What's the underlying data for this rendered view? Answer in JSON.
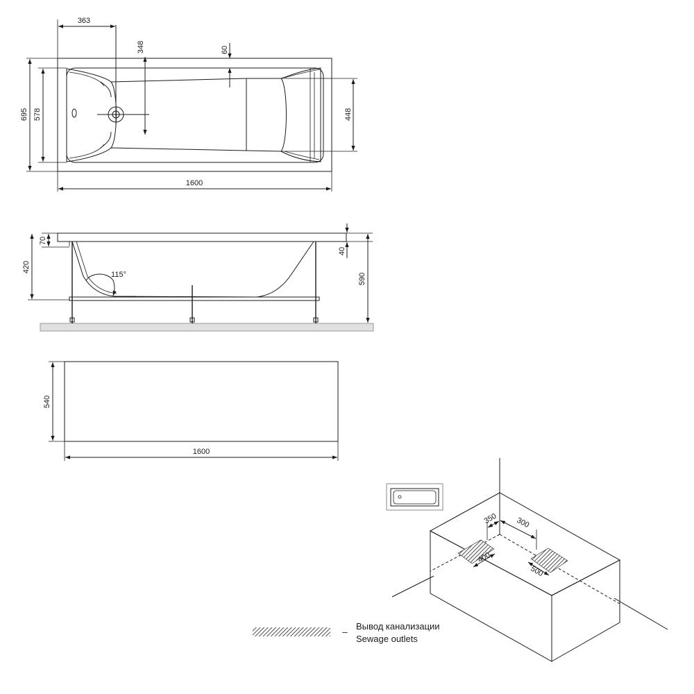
{
  "top_view": {
    "dim_overall_length": "1600",
    "dim_drain_offset": "363",
    "dim_inner_half": "348",
    "dim_rim_60": "60",
    "dim_overall_width": "695",
    "dim_inner_width": "578",
    "dim_bottom_width": "448"
  },
  "side_view": {
    "dim_rim_70": "70",
    "dim_depth_420": "420",
    "dim_rim_40": "40",
    "dim_height_590": "590",
    "backrest_angle": "115°"
  },
  "panel_view": {
    "dim_height_540": "540",
    "dim_length_1600": "1600"
  },
  "install_view": {
    "dim_350": "350",
    "dim_300": "300",
    "dim_400": "400",
    "dim_500": "500"
  },
  "legend": {
    "dash": "–",
    "label_ru": "Вывод канализации",
    "label_en": "Sewage outlets"
  }
}
